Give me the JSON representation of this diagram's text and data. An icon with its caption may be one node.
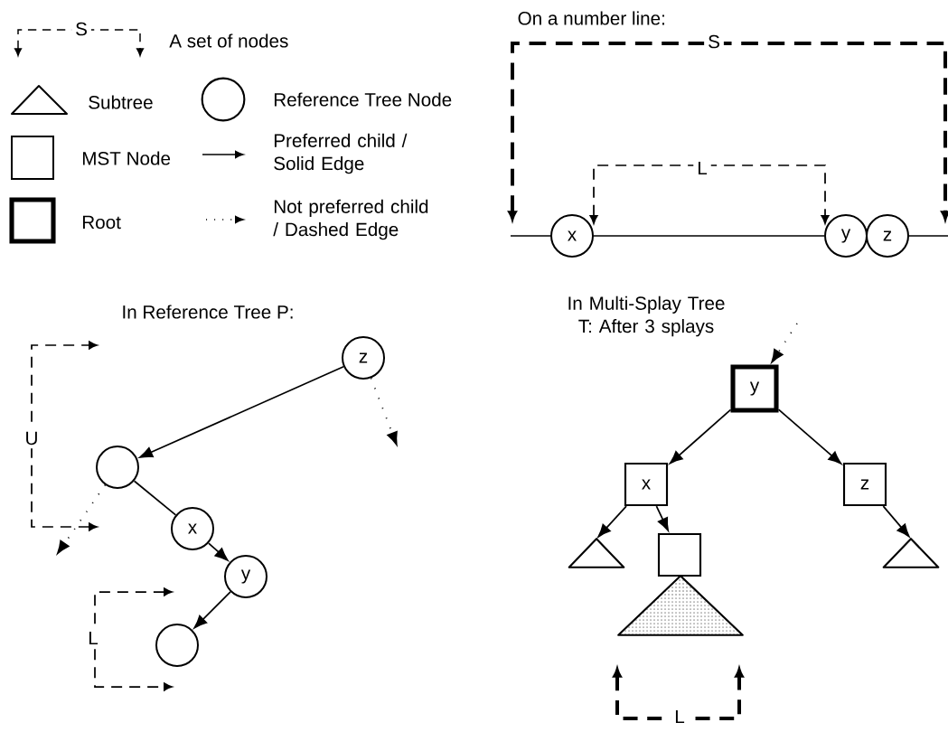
{
  "diagram": {
    "nodes": [
      {
        "text": [
          "x"
        ]
      },
      {
        "text": [
          "y"
        ]
      },
      {
        "text": [
          "z"
        ]
      },
      {
        "text": [
          "z"
        ]
      },
      {
        "text": [],
        "shape": "circle"
      },
      {
        "text": [
          "x"
        ]
      },
      {
        "text": [
          "y"
        ]
      },
      {
        "text": [],
        "shape": "circle"
      },
      {
        "text": [
          "y"
        ]
      },
      {
        "text": [
          "x"
        ]
      },
      {
        "text": [
          "z"
        ]
      },
      {
        "text": [],
        "shape": "triangle"
      },
      {
        "text": [],
        "shape": "box"
      },
      {
        "text": [],
        "shape": "triangle"
      },
      {
        "text": [],
        "shape": "triangle"
      }
    ],
    "edges": [
      {
        "from": 3,
        "to": 4,
        "arrow": "to"
      },
      {
        "from": 4,
        "to": 5,
        "arrow": "none"
      },
      {
        "from": 5,
        "to": 6,
        "arrow": "to"
      },
      {
        "from": 6,
        "to": 7,
        "arrow": "to"
      },
      {
        "from": 3,
        "to": null,
        "arrow": "to",
        "style": "dashed"
      },
      {
        "from": 4,
        "to": null,
        "arrow": "to",
        "style": "dashed"
      },
      {
        "from": null,
        "to": 8,
        "arrow": "to",
        "style": "dashed"
      },
      {
        "from": 8,
        "to": 9,
        "arrow": "to"
      },
      {
        "from": 8,
        "to": 10,
        "arrow": "to"
      },
      {
        "from": 9,
        "to": 11,
        "arrow": "to"
      },
      {
        "from": 9,
        "to": 12,
        "arrow": "to"
      },
      {
        "from": 10,
        "to": 14,
        "arrow": "to"
      },
      {
        "from": 0,
        "to": 1,
        "arrow": "none"
      }
    ],
    "labels": [
      "S",
      "On a number line:",
      "S",
      "L",
      "In Reference Tree P:",
      "U",
      "L",
      "In Multi-Splay Tree T: After 3 splays",
      "L"
    ],
    "legend": [
      {
        "text": "A set of nodes"
      },
      {
        "text": "Subtree"
      },
      {
        "text": "Reference Tree Node"
      },
      {
        "text": "MST Node"
      },
      {
        "text": "Preferred child / Solid Edge"
      },
      {
        "text": "Root"
      },
      {
        "text": "Not preferred child / Dashed Edge"
      }
    ]
  }
}
